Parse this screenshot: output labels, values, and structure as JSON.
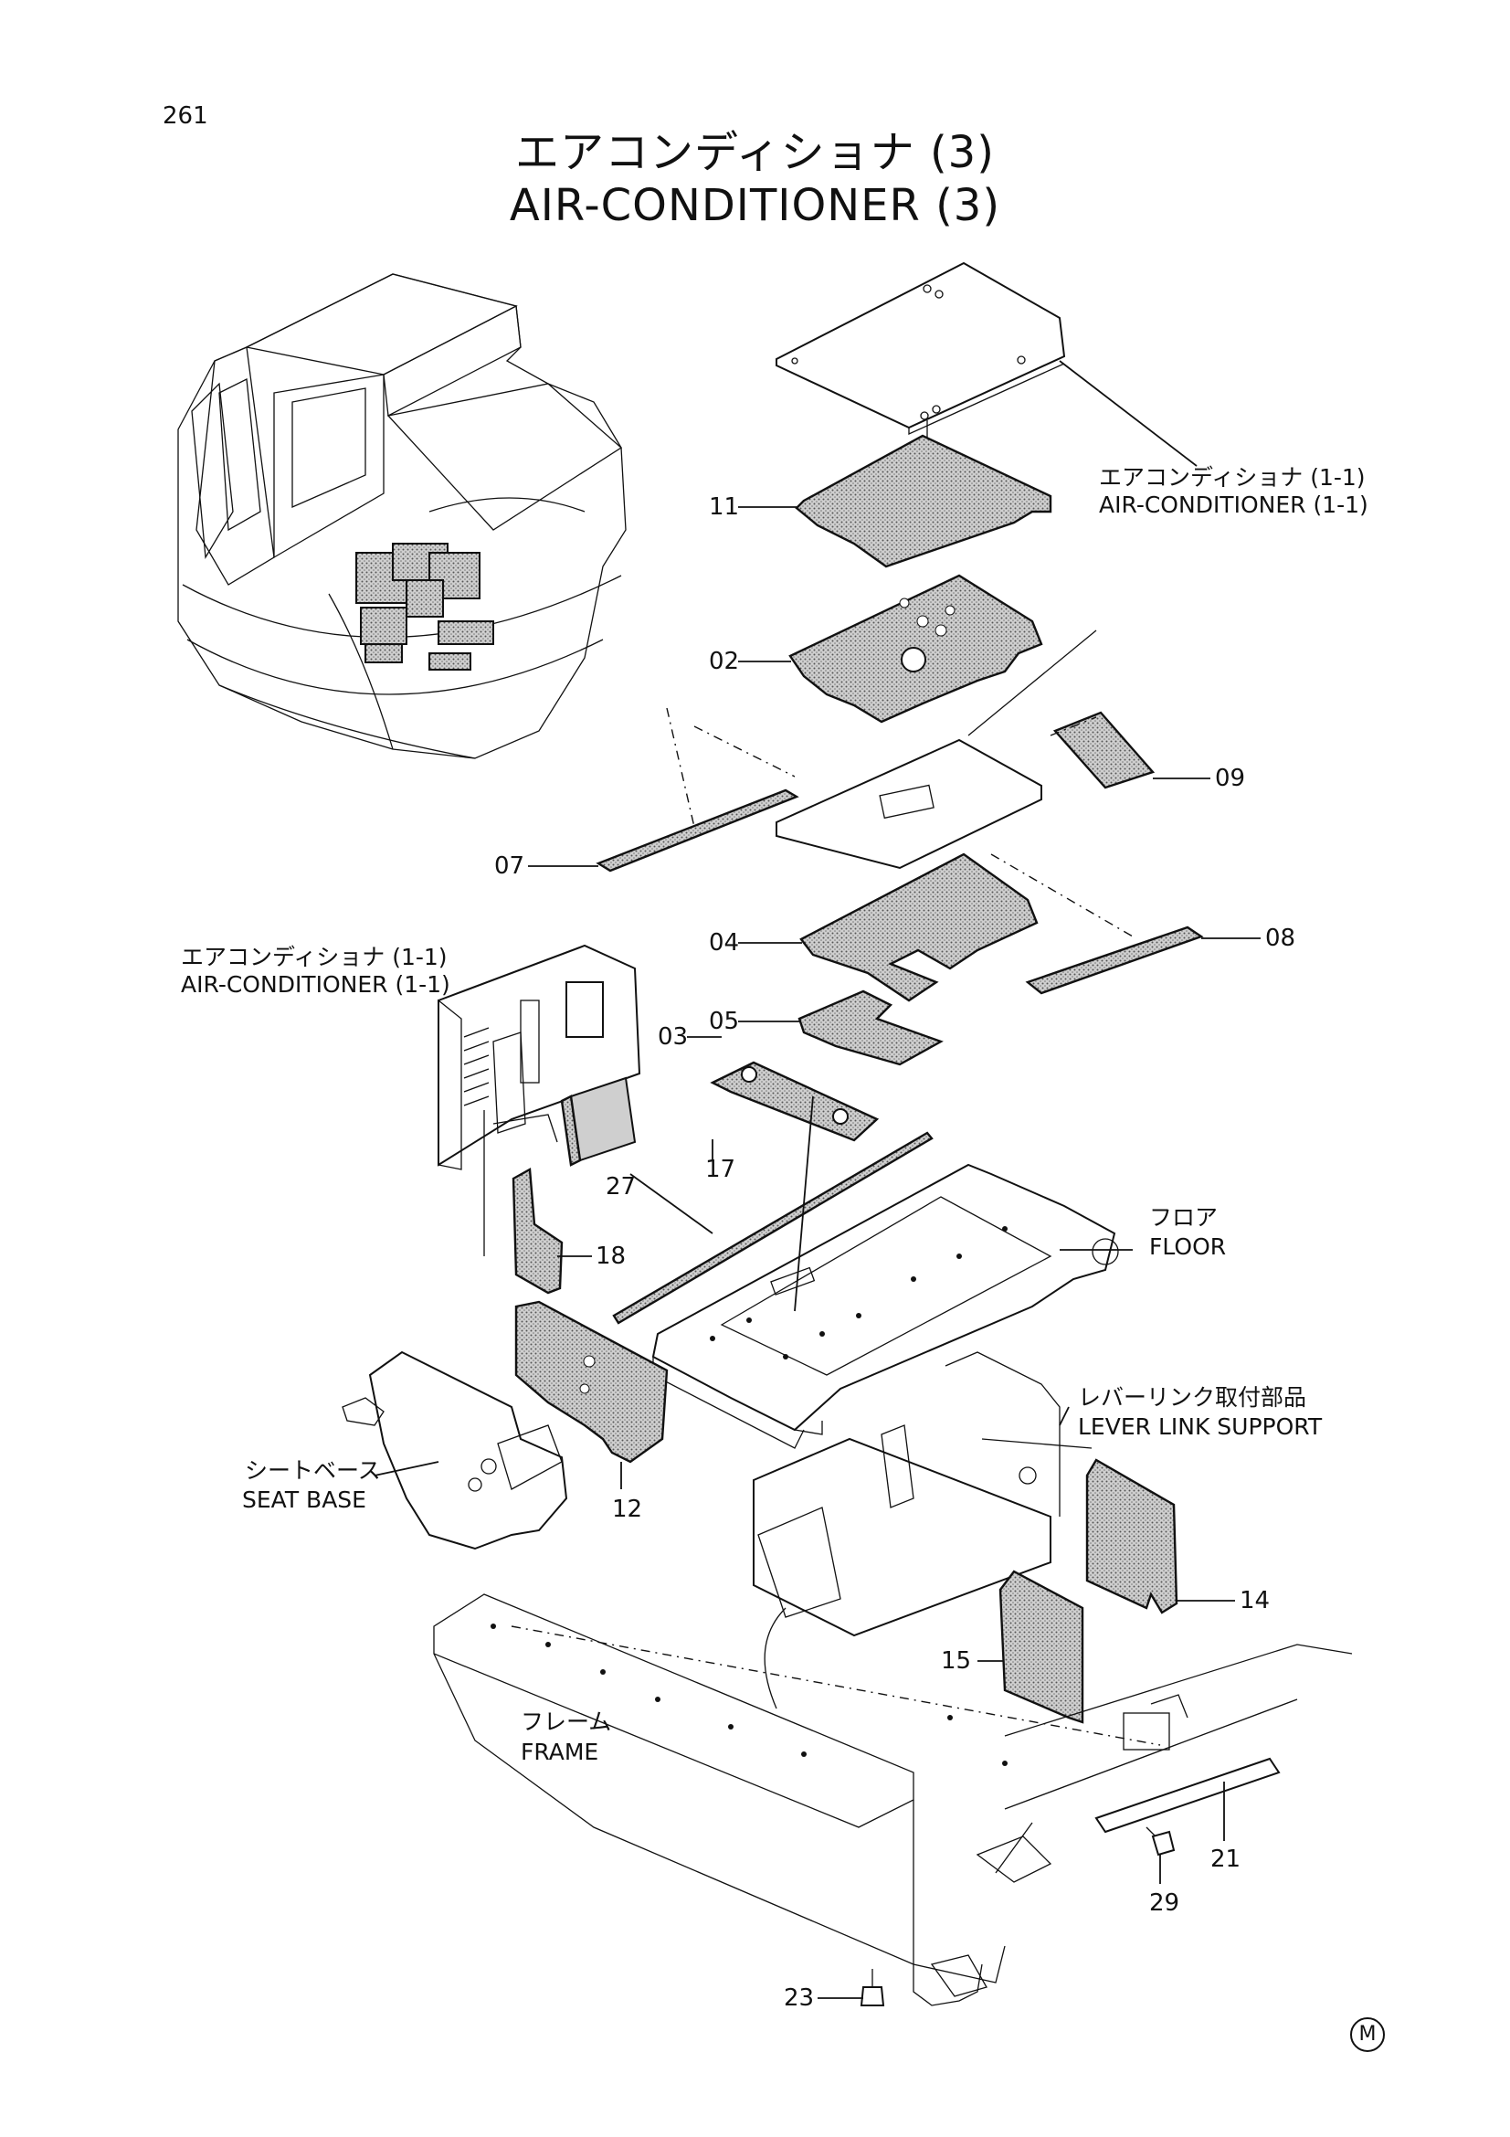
{
  "page_number": "261",
  "title": {
    "jp": "エアコンディショナ (3)",
    "en": "AIR-CONDITIONER (3)"
  },
  "assemblies": [
    {
      "jp": "エアコンディショナ (1-1)",
      "en": "AIR-CONDITIONER (1-1)"
    },
    {
      "jp": "エアコンディショナ (1-1)",
      "en": "AIR-CONDITIONER (1-1)"
    },
    {
      "jp": "フロア",
      "en": "FLOOR"
    },
    {
      "jp": "レバーリンク取付部品",
      "en": "LEVER LINK SUPPORT"
    },
    {
      "jp": "シートベース",
      "en": "SEAT BASE"
    },
    {
      "jp": "フレーム",
      "en": "FRAME"
    }
  ],
  "callouts": [
    "11",
    "02",
    "09",
    "07",
    "04",
    "08",
    "05",
    "03",
    "27",
    "17",
    "18",
    "12",
    "14",
    "15",
    "21",
    "29",
    "23"
  ],
  "mark": "M"
}
